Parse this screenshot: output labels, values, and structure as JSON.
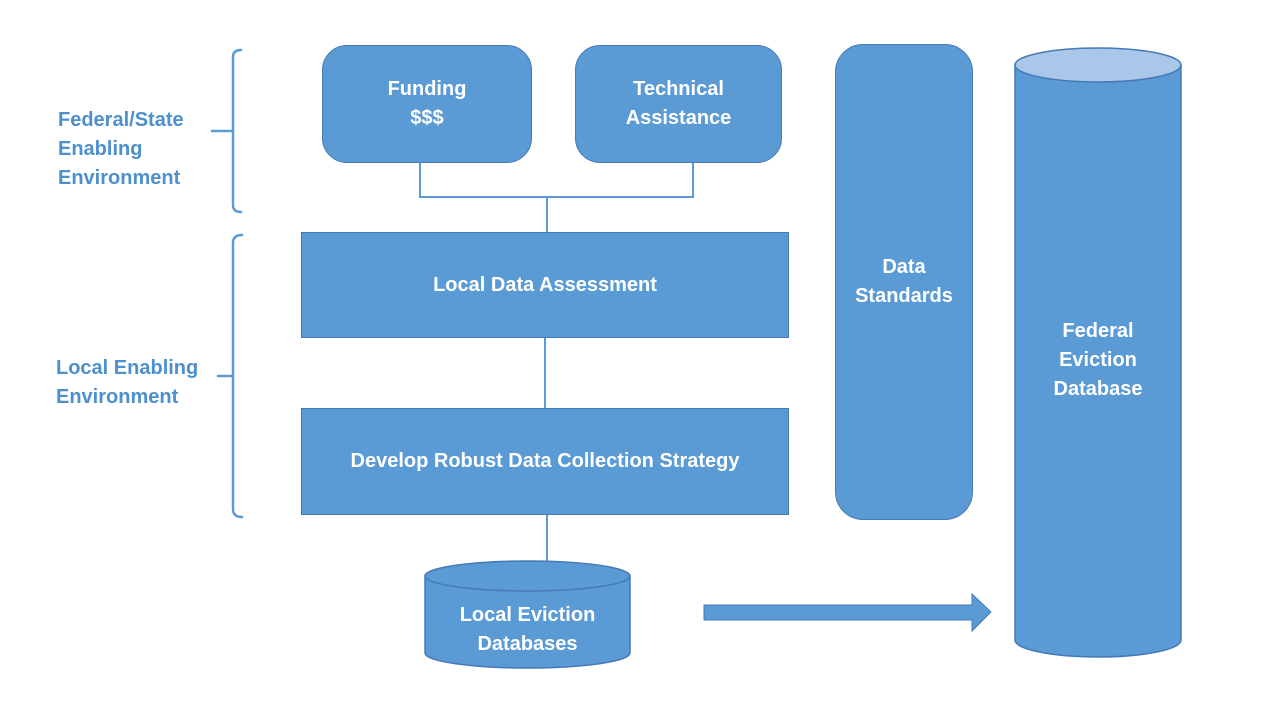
{
  "colors": {
    "shape_fill": "#5B9BD5",
    "shape_border": "#4579B8",
    "cylinder_top_fill": "#A9C7E9",
    "side_label_text": "#4E8FCE",
    "box_text": "#FFFFFF",
    "background": "#FFFFFF"
  },
  "side_labels": {
    "federal_state": [
      "Federal/State",
      "Enabling",
      "Environment"
    ],
    "local": [
      "Local Enabling",
      "Environment"
    ]
  },
  "nodes": {
    "funding": [
      "Funding",
      "$$$"
    ],
    "technical_assistance": [
      "Technical",
      "Assistance"
    ],
    "local_data_assessment": "Local Data Assessment",
    "develop_strategy": "Develop Robust Data Collection Strategy",
    "data_standards": [
      "Data",
      "Standards"
    ],
    "local_eviction_databases": [
      "Local Eviction",
      "Databases"
    ],
    "federal_eviction_database": [
      "Federal",
      "Eviction",
      "Database"
    ]
  },
  "edges": [
    {
      "from": "funding",
      "to": "local_data_assessment",
      "type": "elbow-line"
    },
    {
      "from": "technical_assistance",
      "to": "local_data_assessment",
      "type": "elbow-line"
    },
    {
      "from": "local_data_assessment",
      "to": "develop_strategy",
      "type": "line"
    },
    {
      "from": "develop_strategy",
      "to": "local_eviction_databases",
      "type": "line"
    },
    {
      "from": "local_eviction_databases",
      "to": "federal_eviction_database",
      "type": "block-arrow"
    }
  ]
}
